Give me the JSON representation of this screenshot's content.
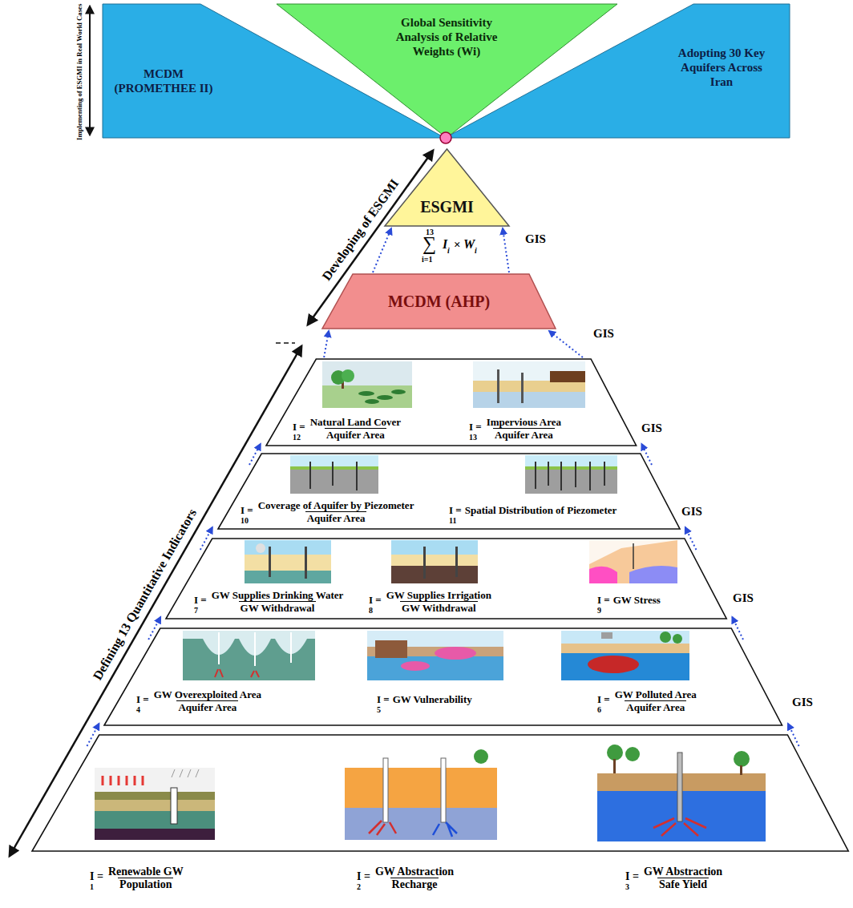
{
  "diagram": {
    "nodes": [
      {
        "text": [
          "MCDM (PROMETHEE II)"
        ]
      },
      {
        "text": [
          "Global Sensitivity Analysis of Relative Weights (Wi)"
        ]
      },
      {
        "text": [
          "Adopting 30 Key Aquifers Across Iran"
        ]
      },
      {
        "text": [
          "ESGMI"
        ]
      },
      {
        "text": [
          "MCDM (AHP)"
        ]
      },
      {
        "text": [
          "I =",
          "12",
          "Natural Land Cover",
          "Aquifer Area",
          "I =",
          "13",
          "Impervious Area",
          "Aquifer Area"
        ]
      },
      {
        "text": [
          "I =",
          "10",
          "Coverage of Aquifer by Piezometer",
          "Aquifer Area",
          "I =",
          "11",
          "Spatial Distribution of Piezometer"
        ]
      },
      {
        "text": [
          "I =",
          "7",
          "GW Supplies Drinking Water",
          "GW Withdrawal",
          "I =",
          "8",
          "GW Supplies Irrigation",
          "GW Withdrawal",
          "I =",
          "9",
          "GW Stress"
        ]
      },
      {
        "text": [
          "I =",
          "4",
          "GW Overexploited Area",
          "Aquifer Area",
          "I =",
          "5",
          "GW Vulnerability",
          "I =",
          "6",
          "GW Polluted Area",
          "Aquifer Area"
        ]
      },
      {
        "text": [
          "I =",
          "1",
          "Renewable GW",
          "Population",
          "I =",
          "2",
          "GW Abstraction",
          "Recharge",
          "I =",
          "3",
          "GW Abstraction",
          "Safe Yield"
        ]
      }
    ],
    "edges": [
      {
        "from": 9,
        "to": 8,
        "arrow": "to"
      },
      {
        "from": 9,
        "to": 8,
        "arrow": "to"
      },
      {
        "from": 8,
        "to": 7,
        "arrow": "to"
      },
      {
        "from": 8,
        "to": 7,
        "arrow": "to"
      },
      {
        "from": 7,
        "to": 6,
        "arrow": "to"
      },
      {
        "from": 7,
        "to": 6,
        "arrow": "to"
      },
      {
        "from": 6,
        "to": 5,
        "arrow": "to"
      },
      {
        "from": 6,
        "to": 5,
        "arrow": "to"
      },
      {
        "from": 5,
        "to": 4,
        "arrow": "to"
      },
      {
        "from": 5,
        "to": 4,
        "arrow": "to"
      },
      {
        "from": 4,
        "to": 3,
        "arrow": "to"
      },
      {
        "from": 4,
        "to": 3,
        "arrow": "to"
      }
    ],
    "labels": [
      "Implementing of ESGMI in Real World Cases",
      "GIS",
      "Developing of ESGMI",
      "13",
      "∑",
      "i=1",
      "I",
      "i",
      "×",
      "W",
      "i",
      "GIS",
      "Defining 13 Quantitative Indicators",
      "GIS",
      "GIS",
      "GIS",
      "GIS"
    ]
  }
}
